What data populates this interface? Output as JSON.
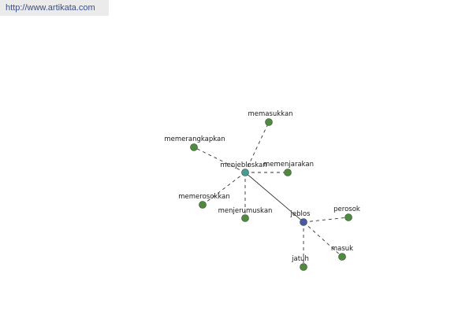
{
  "header": {
    "url_text": "http://www.artikata.com"
  },
  "graph": {
    "colors": {
      "node_default": "#4f8a3f",
      "node_center": "#4a9a94",
      "node_secondary": "#4a5aa8",
      "node_stroke": "#2f4a2a",
      "edge": "#333333"
    },
    "nodes": [
      {
        "id": "memasukkan",
        "label": "memasukkan",
        "kind": "default"
      },
      {
        "id": "memerangkapkan",
        "label": "memerangkapkan",
        "kind": "default"
      },
      {
        "id": "menjebloskan",
        "label": "menjebloskan",
        "kind": "center"
      },
      {
        "id": "memenjarakan",
        "label": "memenjarakan",
        "kind": "default"
      },
      {
        "id": "memerosokkan",
        "label": "memerosokkan",
        "kind": "default"
      },
      {
        "id": "menjerumuskan",
        "label": "menjerumuskan",
        "kind": "default"
      },
      {
        "id": "jeblos",
        "label": "jeblos",
        "kind": "secondary"
      },
      {
        "id": "perosok",
        "label": "perosok",
        "kind": "default"
      },
      {
        "id": "masuk",
        "label": "masuk",
        "kind": "default"
      },
      {
        "id": "jatuh",
        "label": "jatuh",
        "kind": "default"
      }
    ],
    "edges": [
      {
        "from": "menjebloskan",
        "to": "memasukkan",
        "style": "dashed"
      },
      {
        "from": "menjebloskan",
        "to": "memerangkapkan",
        "style": "dashed"
      },
      {
        "from": "menjebloskan",
        "to": "memenjarakan",
        "style": "dashed"
      },
      {
        "from": "menjebloskan",
        "to": "memerosokkan",
        "style": "dashed"
      },
      {
        "from": "menjebloskan",
        "to": "menjerumuskan",
        "style": "dashed"
      },
      {
        "from": "menjebloskan",
        "to": "jeblos",
        "style": "solid"
      },
      {
        "from": "jeblos",
        "to": "perosok",
        "style": "dashed"
      },
      {
        "from": "jeblos",
        "to": "masuk",
        "style": "dashed"
      },
      {
        "from": "jeblos",
        "to": "jatuh",
        "style": "dashed"
      }
    ]
  }
}
